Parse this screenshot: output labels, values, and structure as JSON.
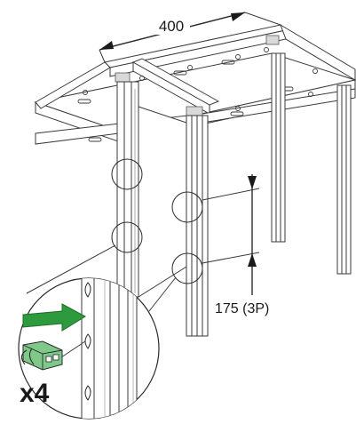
{
  "dimensions": {
    "width_label": "400",
    "spacing_label": "175 (3P)"
  },
  "detail": {
    "quantity_label": "x4",
    "arrow_color": "#2e9a3e",
    "clip_color": "#7ec98a",
    "arrow_icon": "green-arrow-icon",
    "clip_icon": "cage-nut-icon"
  }
}
